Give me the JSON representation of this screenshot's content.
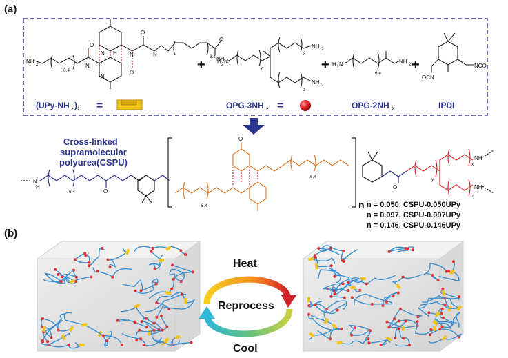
{
  "panel_a": {
    "label": "(a)",
    "reagents": {
      "upy_label": "(UPy-NH",
      "upy_sub": "2",
      "upy_close": ")",
      "upy_sub2": "2",
      "equals1": "=",
      "opg3_label": "OPG-3NH",
      "opg3_sub": "2",
      "equals2": "=",
      "opg2_label": "OPG-2NH",
      "opg2_sub": "2",
      "ipdi_label": "IPDI"
    },
    "atoms": {
      "nh2": "NH",
      "nh2_sub": "2",
      "h2n": "H",
      "h2n_sub": "2",
      "n": "N",
      "o": "O",
      "h": "H",
      "ocn": "OCN",
      "nco": "NCO",
      "nh": "NH",
      "sub_64": "6.4",
      "sub_x": "x",
      "sub_y": "y",
      "sub_z": "z"
    },
    "product": {
      "title_line1": "Cross-linked",
      "title_line2": "supramolecular",
      "title_line3": "polyurea(CSPU)",
      "n_symbol": "n",
      "variants": [
        "n = 0.050, CSPU-0.050UPy",
        "n = 0.097, CSPU-0.097UPy",
        "n = 0.146, CSPU-0.146UPy"
      ]
    }
  },
  "panel_b": {
    "label": "(b)",
    "heat_label": "Heat",
    "center_label": "Reprocess",
    "cool_label": "Cool"
  },
  "colors": {
    "box_border": "#3a3a8a",
    "arrow_blue": "#2b3590",
    "title_blue": "#2b3590",
    "orange": "#e07a2a",
    "red": "#d42a2a",
    "chain_blue": "#3a8fd0",
    "upy_yellow": "#f2c418"
  }
}
